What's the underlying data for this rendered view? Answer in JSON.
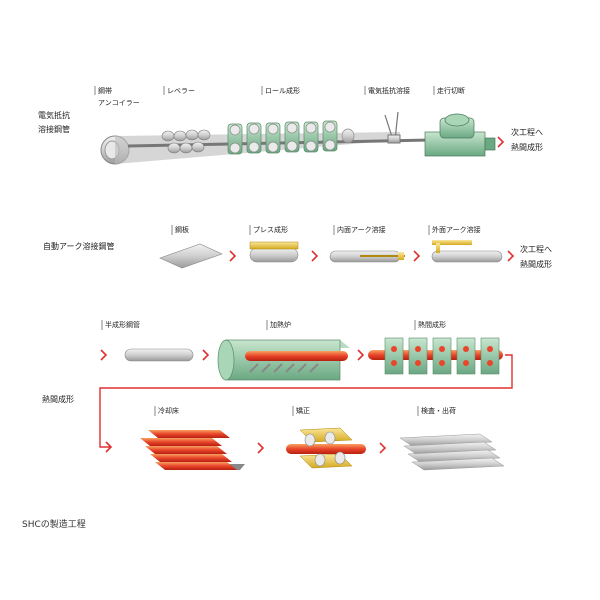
{
  "diagram": {
    "row1": {
      "title_line1": "電気抵抗",
      "title_line2": "溶接鋼管",
      "steps": [
        {
          "label_line1": "鋼帯",
          "label_line2": "アンコイラー"
        },
        {
          "label_line1": "レベラー"
        },
        {
          "label_line1": "ロール成形"
        },
        {
          "label_line1": "電気抵抗溶接"
        },
        {
          "label_line1": "走行切断"
        }
      ],
      "next_line1": "次工程へ",
      "next_line2": "熱間成形"
    },
    "row2": {
      "title": "自動アーク溶接鋼管",
      "steps": [
        "鋼板",
        "プレス成形",
        "内面アーク溶接",
        "外面アーク溶接"
      ],
      "next_line1": "次工程へ",
      "next_line2": "熱間成形"
    },
    "row3": {
      "section_title": "熱間成形",
      "steps_top": [
        "半成形鋼管",
        "加熱炉",
        "熱間成形"
      ],
      "steps_bottom": [
        "冷却床",
        "矯正",
        "検査・出荷"
      ]
    },
    "caption": "SHCの製造工程",
    "colors": {
      "arrow": "#e03030",
      "machine_green": "#8fc4a0",
      "hot_red": "#e8452a",
      "gray_pipe": "#c8c8c8",
      "yellow": "#e8c840"
    }
  }
}
